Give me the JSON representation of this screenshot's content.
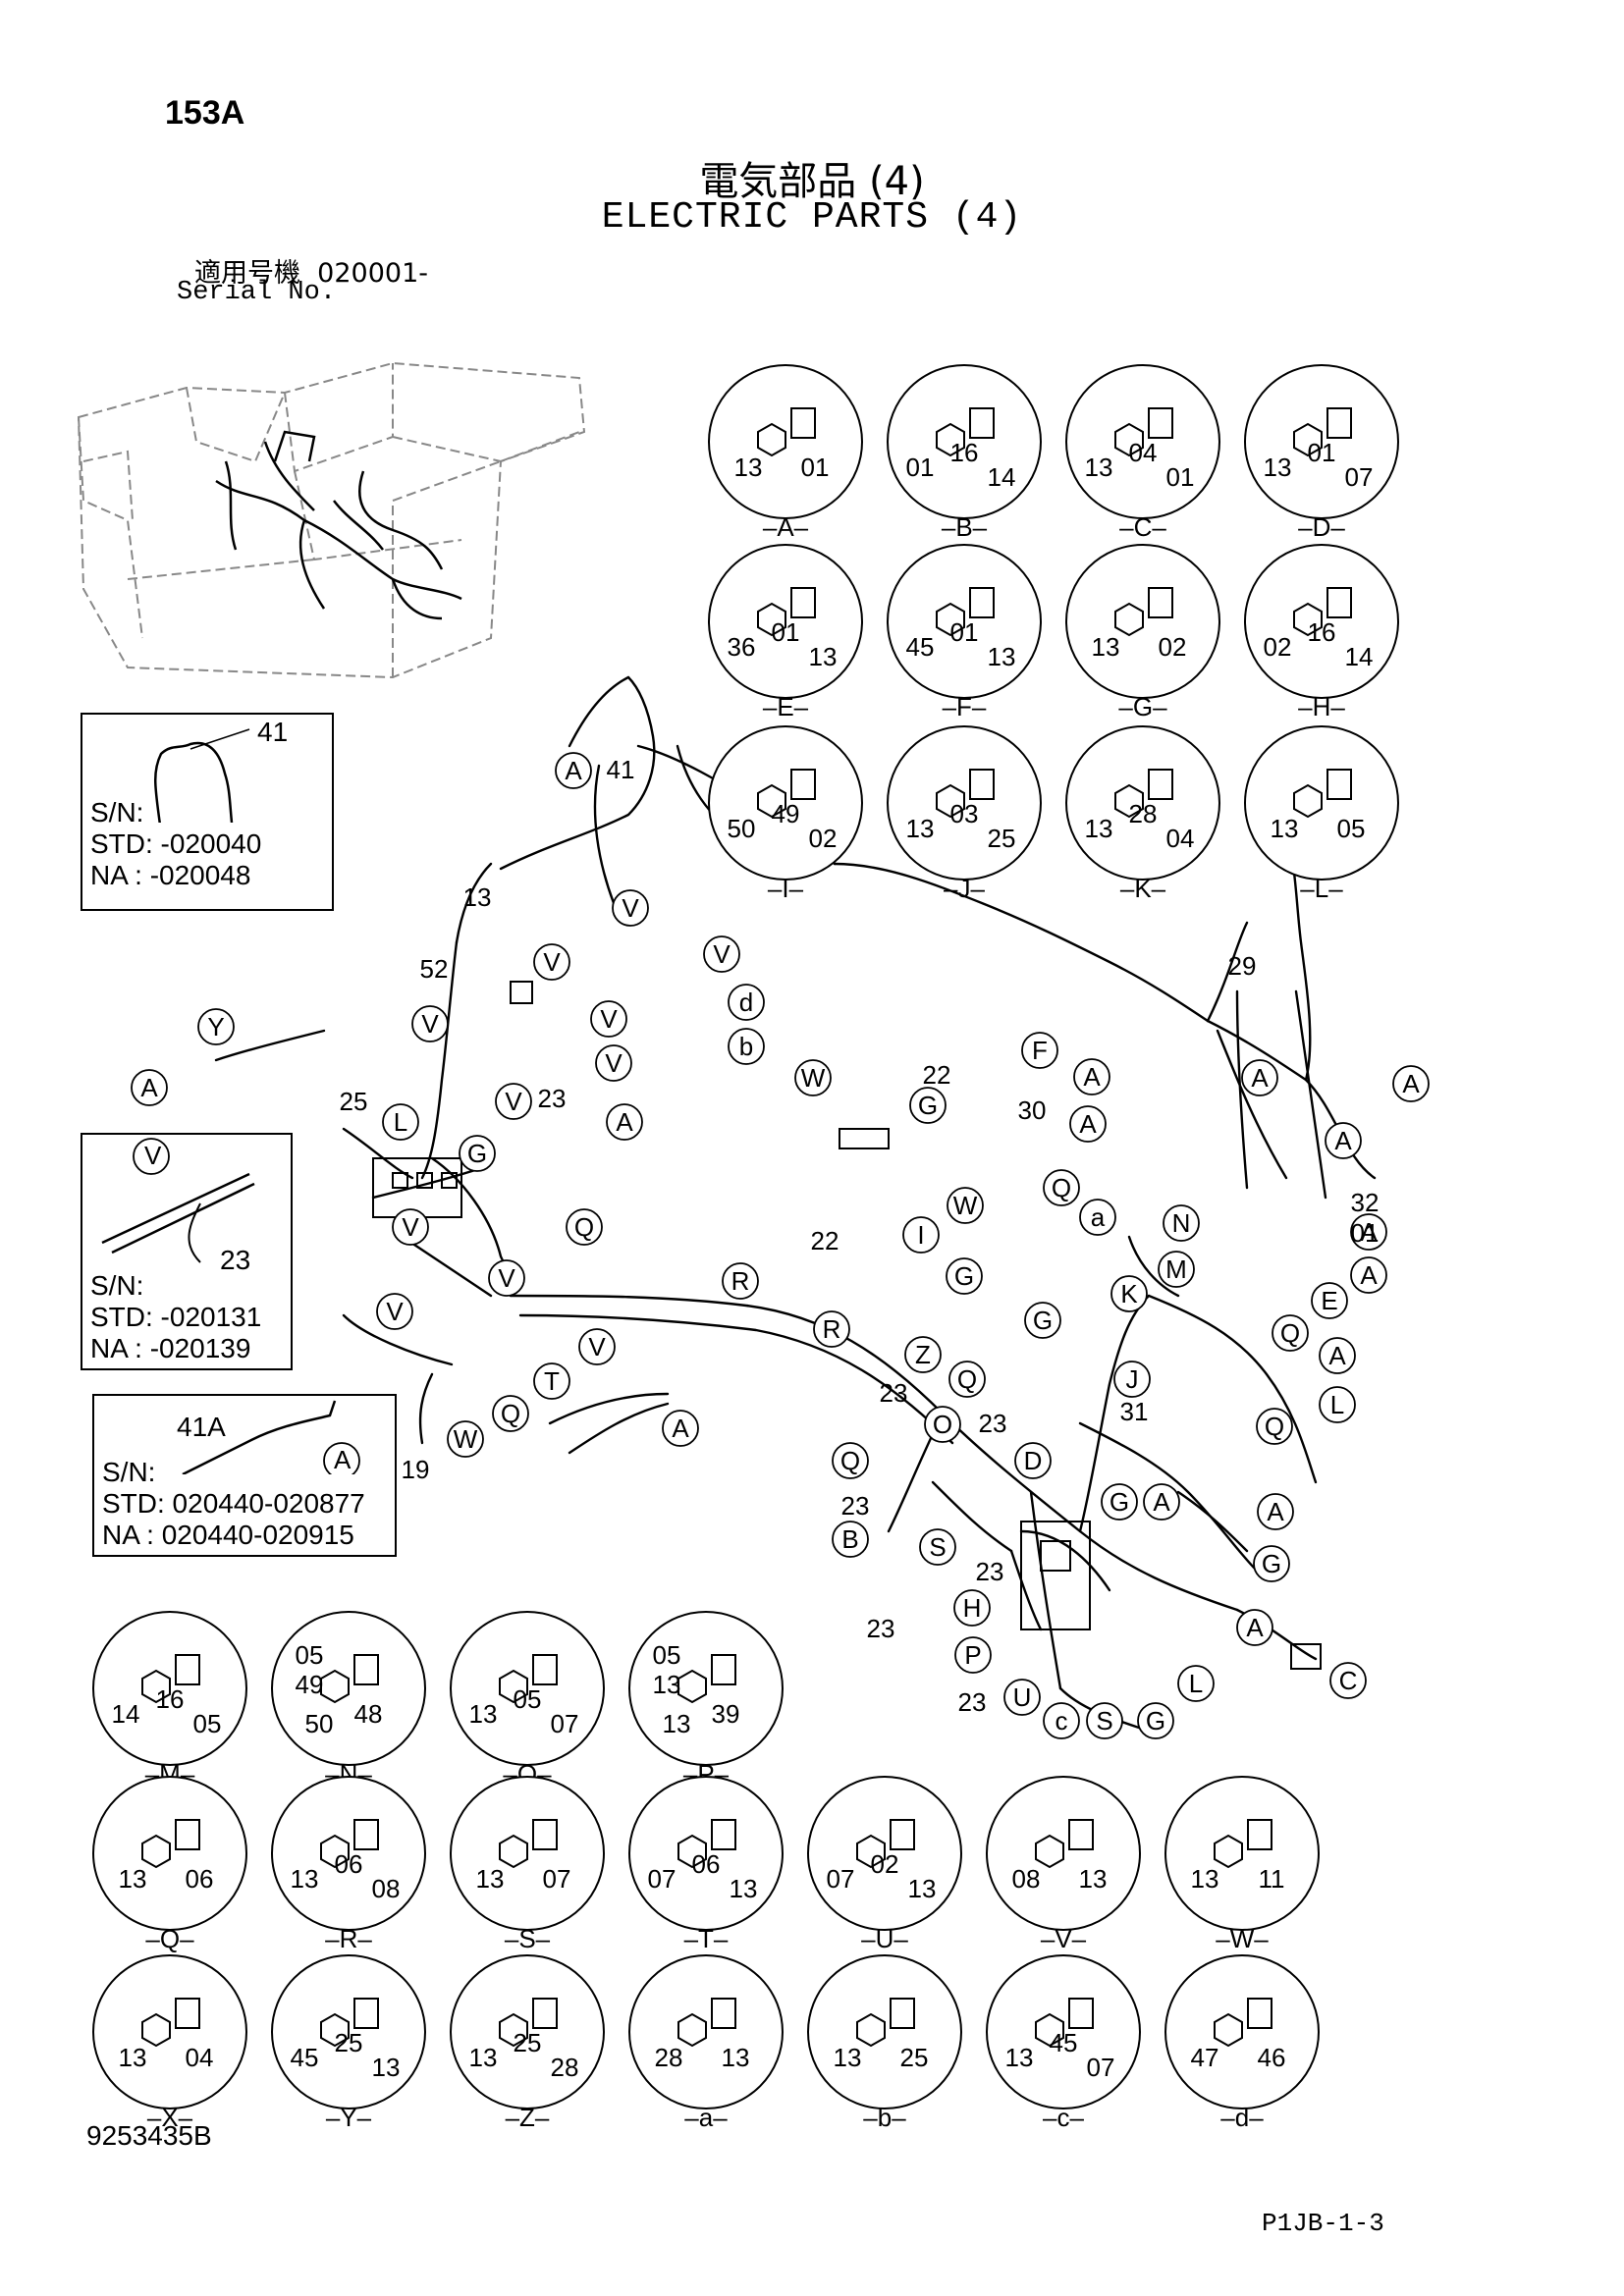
{
  "header": {
    "page_number": "153A",
    "title_jp": "電気部品 (4)",
    "title_en": "ELECTRIC PARTS (4)",
    "serial_label_jp": "適用号機",
    "serial_range": "020001-",
    "serial_label_en": "Serial No."
  },
  "detail_circles": [
    {
      "letter": "A",
      "labels": [
        "13",
        "01"
      ]
    },
    {
      "letter": "B",
      "labels": [
        "01",
        "16",
        "14"
      ]
    },
    {
      "letter": "C",
      "labels": [
        "13",
        "04",
        "01"
      ]
    },
    {
      "letter": "D",
      "labels": [
        "13",
        "01",
        "07"
      ]
    },
    {
      "letter": "E",
      "labels": [
        "36",
        "01",
        "13"
      ]
    },
    {
      "letter": "F",
      "labels": [
        "45",
        "01",
        "13"
      ]
    },
    {
      "letter": "G",
      "labels": [
        "13",
        "02"
      ]
    },
    {
      "letter": "H",
      "labels": [
        "02",
        "16",
        "14"
      ]
    },
    {
      "letter": "I",
      "labels": [
        "50",
        "49",
        "02"
      ]
    },
    {
      "letter": "J",
      "labels": [
        "13",
        "03",
        "25"
      ]
    },
    {
      "letter": "K",
      "labels": [
        "13",
        "28",
        "04"
      ]
    },
    {
      "letter": "L",
      "labels": [
        "13",
        "05"
      ]
    },
    {
      "letter": "M",
      "labels": [
        "14",
        "16",
        "05"
      ]
    },
    {
      "letter": "N",
      "labels": [
        "05",
        "49",
        "48",
        "50"
      ]
    },
    {
      "letter": "O",
      "labels": [
        "13",
        "05",
        "07"
      ]
    },
    {
      "letter": "P",
      "labels": [
        "05",
        "13",
        "39",
        "13"
      ]
    },
    {
      "letter": "Q",
      "labels": [
        "13",
        "06"
      ]
    },
    {
      "letter": "R",
      "labels": [
        "13",
        "06",
        "08"
      ]
    },
    {
      "letter": "S",
      "labels": [
        "13",
        "07"
      ]
    },
    {
      "letter": "T",
      "labels": [
        "07",
        "06",
        "13"
      ]
    },
    {
      "letter": "U",
      "labels": [
        "07",
        "02",
        "13"
      ]
    },
    {
      "letter": "V",
      "labels": [
        "08",
        "13"
      ]
    },
    {
      "letter": "W",
      "labels": [
        "13",
        "11"
      ]
    },
    {
      "letter": "X",
      "labels": [
        "13",
        "04"
      ]
    },
    {
      "letter": "Y",
      "labels": [
        "45",
        "25",
        "13"
      ]
    },
    {
      "letter": "Z",
      "labels": [
        "13",
        "25",
        "28"
      ]
    },
    {
      "letter": "a",
      "labels": [
        "28",
        "13"
      ]
    },
    {
      "letter": "b",
      "labels": [
        "13",
        "25"
      ]
    },
    {
      "letter": "c",
      "labels": [
        "13",
        "45",
        "07"
      ]
    },
    {
      "letter": "d",
      "labels": [
        "47",
        "46"
      ]
    }
  ],
  "inset_boxes": [
    {
      "part": "41",
      "sn_label": "S/N:",
      "std": "STD: -020040",
      "na": "NA  : -020048"
    },
    {
      "part": "23",
      "ref": "V",
      "sn_label": "S/N:",
      "std": "STD: -020131",
      "na": "NA  : -020139"
    },
    {
      "part": "41A",
      "ref": "A",
      "sn_label": "S/N:",
      "std": "STD: 020440-020877",
      "na": "NA  : 020440-020915"
    }
  ],
  "main_callout_letters": [
    "A",
    "V",
    "V",
    "V",
    "V",
    "V",
    "V",
    "V",
    "V",
    "V",
    "V",
    "A",
    "Y",
    "A",
    "L",
    "G",
    "V",
    "Q",
    "R",
    "W",
    "F",
    "A",
    "G",
    "W",
    "Q",
    "a",
    "N",
    "M",
    "E",
    "A",
    "K",
    "Q",
    "A",
    "J",
    "L",
    "Q",
    "A",
    "G",
    "A",
    "C",
    "R",
    "Z",
    "Q",
    "O",
    "D",
    "G",
    "A",
    "Q",
    "B",
    "S",
    "H",
    "P",
    "U",
    "c",
    "S",
    "G",
    "L",
    "A",
    "A",
    "A",
    "A",
    "I",
    "G",
    "G",
    "T",
    "Q",
    "W",
    "A",
    "d",
    "b",
    "V",
    "A"
  ],
  "main_callout_numbers": [
    "41",
    "13",
    "52",
    "25",
    "23",
    "29",
    "32",
    "01",
    "22",
    "30",
    "22",
    "23",
    "31",
    "23",
    "23",
    "23",
    "23",
    "23",
    "19"
  ],
  "footer": {
    "part_code": "9253435B",
    "page_code": "P1JB-1-3"
  }
}
